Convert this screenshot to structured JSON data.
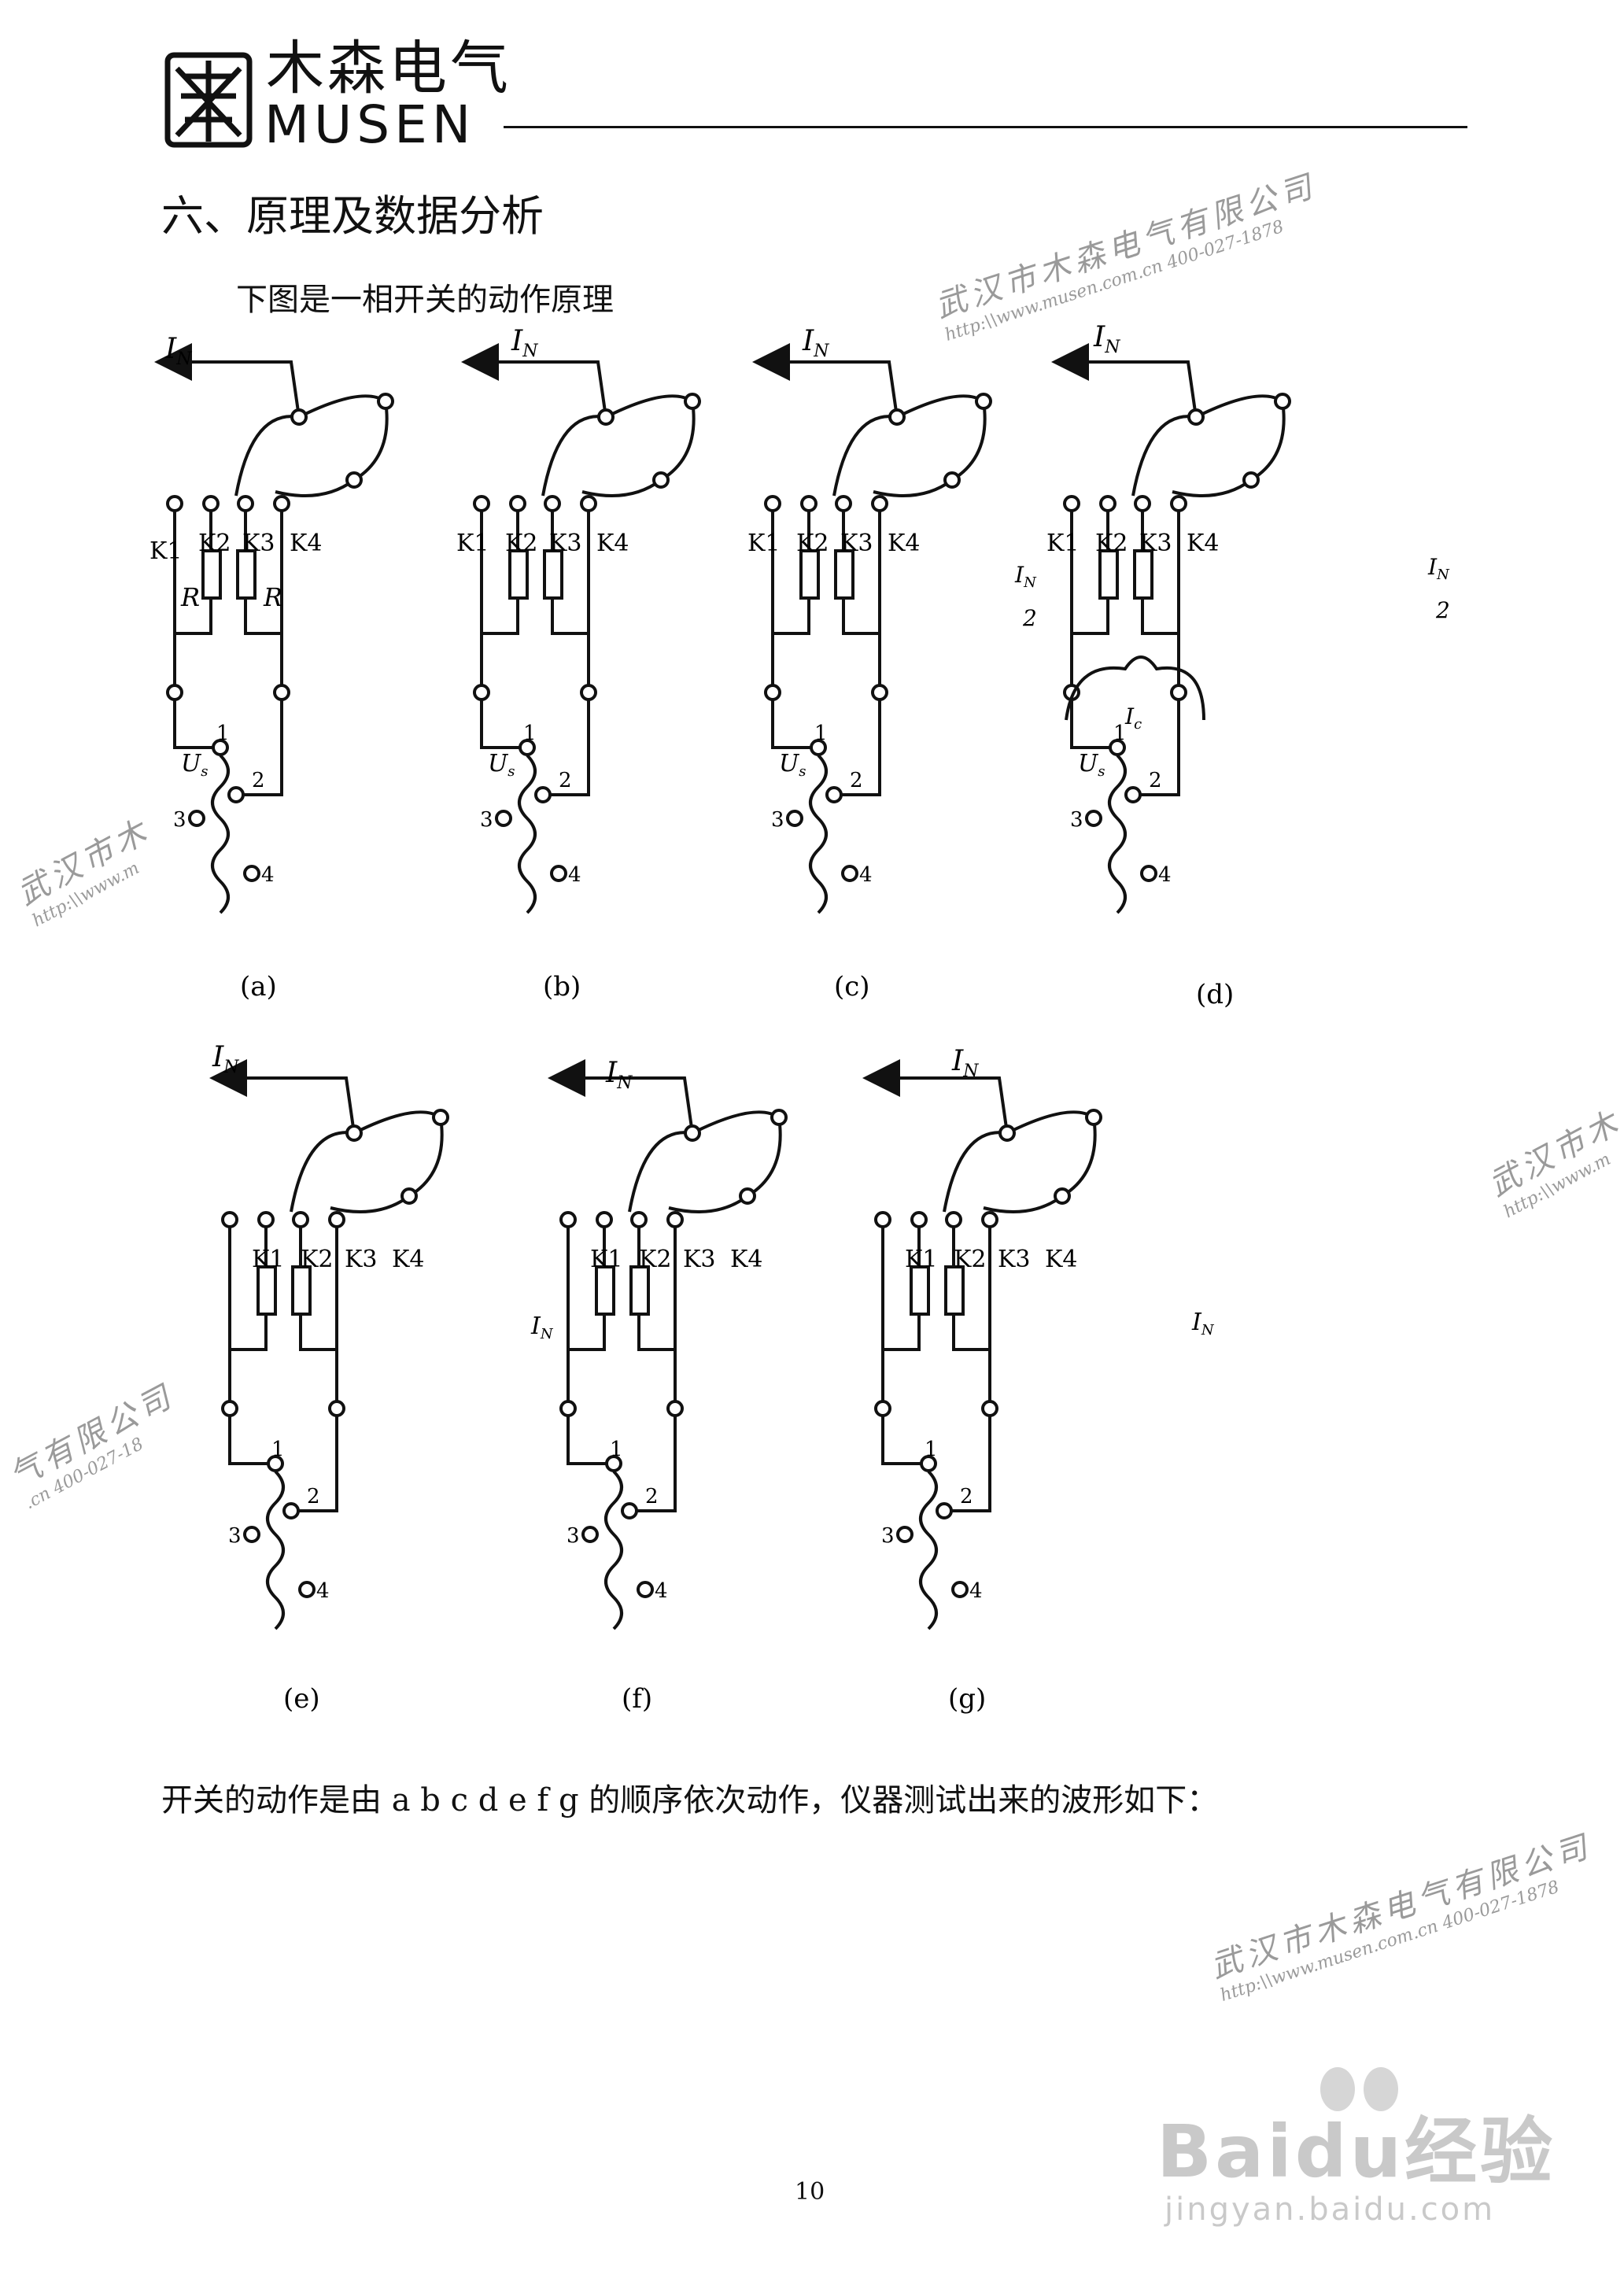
{
  "header": {
    "brand_cn": "木森电气",
    "brand_en": "MUSEN"
  },
  "section_title": "六、原理及数据分析",
  "intro_text": "下图是一相开关的动作原理",
  "caption_text": "开关的动作是由 a  b  c  d  e  f  g 的顺序依次动作，仪器测试出来的波形如下：",
  "page_number": "10",
  "watermark": {
    "cn": "武汉市木森电气有限公司",
    "url": "http:\\\\www.musen.com.cn 400-027-1878",
    "short_cn": "武汉市木",
    "short_cn2": "气有限公司",
    "short_url": "http:\\\\www.m",
    "short_url2": ".cn 400-027-18"
  },
  "footer_brand": {
    "main": "Baidu经验",
    "sub": "jingyan.baidu.com"
  },
  "figure": {
    "panels": [
      {
        "label": "(a)",
        "current_top": "I",
        "sub": "N"
      },
      {
        "label": "(b)",
        "current_top": "I",
        "sub": "N"
      },
      {
        "label": "(c)",
        "current_top": "I",
        "sub": "N"
      },
      {
        "label": "(d)",
        "current_top": "I",
        "sub": "N"
      },
      {
        "label": "(e)",
        "current_top": "I",
        "sub": "N"
      },
      {
        "label": "(f)",
        "current_top": "I",
        "sub": "N"
      },
      {
        "label": "(g)",
        "current_top": "I",
        "sub": "N"
      }
    ],
    "contacts": [
      "K1",
      "K2",
      "K3",
      "K4"
    ],
    "resistor_label": "R",
    "taps": [
      "1",
      "2",
      "3",
      "4"
    ],
    "voltage_label": "U",
    "voltage_sub": "s",
    "half_current": "I",
    "half_current_sub": "N",
    "half_denominator": "2",
    "circulating_label": "I",
    "circulating_sub": "c"
  }
}
